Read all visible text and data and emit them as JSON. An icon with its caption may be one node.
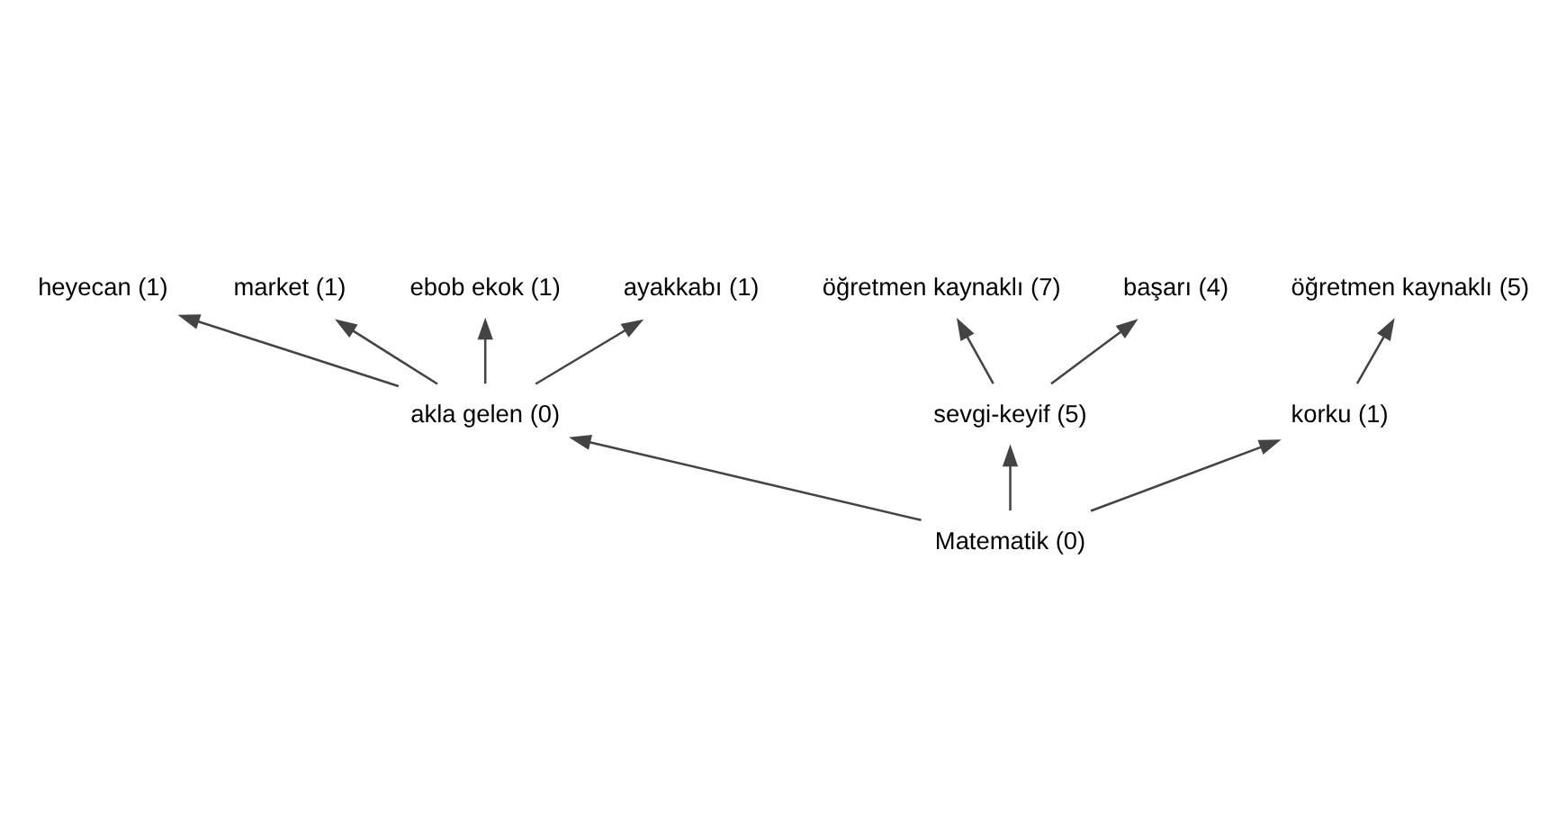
{
  "diagram": {
    "nodes": [
      {
        "text": [
          "heyecan (1)"
        ]
      },
      {
        "text": [
          "market (1)"
        ]
      },
      {
        "text": [
          "ebob ekok (1)"
        ]
      },
      {
        "text": [
          "öğretmen kaynaklı (7)"
        ]
      },
      {
        "text": [
          "ayakkabı (1)"
        ]
      },
      {
        "text": [
          "akla gelen (0)"
        ]
      },
      {
        "text": [
          "sevgi-keyif (5)"
        ]
      },
      {
        "text": [
          "başarı (4)"
        ]
      },
      {
        "text": [
          "Matematik (0)"
        ]
      },
      {
        "text": [
          "korku (1)"
        ]
      },
      {
        "text": [
          "öğretmen kaynaklı (5)"
        ]
      }
    ],
    "edges": [
      {
        "from": 8,
        "to": 5,
        "arrow": "to"
      },
      {
        "from": 8,
        "to": 6,
        "arrow": "to"
      },
      {
        "from": 8,
        "to": 9,
        "arrow": "to"
      },
      {
        "from": 5,
        "to": 4,
        "arrow": "to"
      },
      {
        "from": 5,
        "to": 2,
        "arrow": "to"
      },
      {
        "from": 5,
        "to": 0,
        "arrow": "to"
      },
      {
        "from": 5,
        "to": 1,
        "arrow": "to"
      },
      {
        "from": 6,
        "to": 3,
        "arrow": "to"
      },
      {
        "from": 6,
        "to": 7,
        "arrow": "to"
      },
      {
        "from": 9,
        "to": 10,
        "arrow": "to"
      }
    ]
  }
}
